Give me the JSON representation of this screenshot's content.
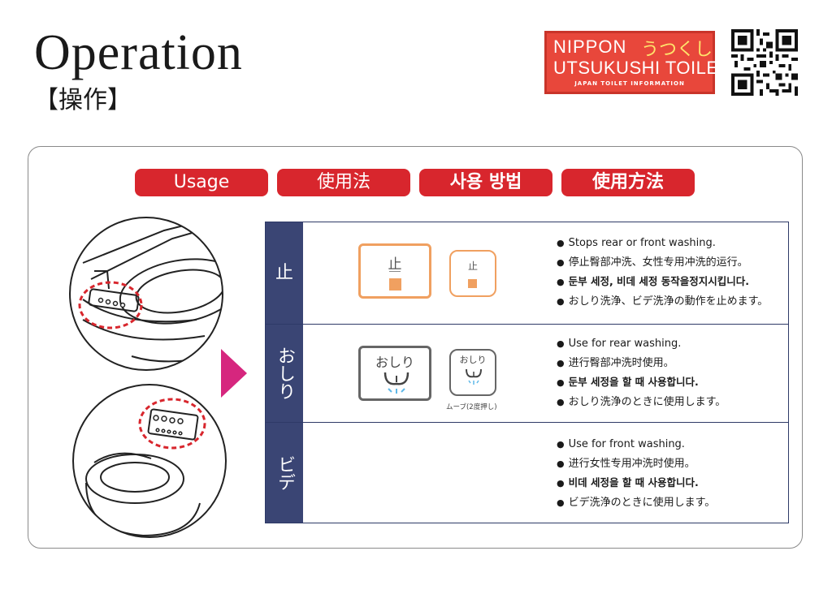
{
  "header": {
    "title": "Operation",
    "subtitle": "【操作】"
  },
  "logo": {
    "line1": "NIPPON",
    "line1_jp": "うつくし",
    "line2": "UTSUKUSHI TOILET",
    "line3": "JAPAN TOILET INFORMATION"
  },
  "tabs": [
    {
      "label": "Usage"
    },
    {
      "label": "使用法"
    },
    {
      "label": "사용 방법"
    },
    {
      "label": "使用方法"
    }
  ],
  "rows": [
    {
      "header": "止",
      "button_label": "止",
      "bullets": [
        "Stops rear or front washing.",
        "停止臀部冲洗、女性专用冲洗的运行。",
        "둔부 세정, 비데 세정 동작을정지시킵니다.",
        "おしり洗浄、ビデ洗浄の動作を止めます。"
      ]
    },
    {
      "header": "おしり",
      "button_label": "おしり",
      "caption": "ムーブ(2度押し)",
      "bullets": [
        "Use for rear washing.",
        "进行臀部冲洗时使用。",
        "둔부 세정을 할 때 사용합니다.",
        "おしり洗浄のときに使用します。"
      ]
    },
    {
      "header": "ビデ",
      "bullets": [
        "Use for front washing.",
        "进行女性专用冲洗时使用。",
        "비데 세정을 할 때 사용합니다.",
        "ビデ洗浄のときに使用します。"
      ]
    }
  ],
  "colors": {
    "accent_red": "#d8262d",
    "logo_red": "#e8473b",
    "navy": "#3a4574",
    "orange": "#f0a060",
    "gray": "#666666",
    "magenta": "#d6267e",
    "water_blue": "#5fb8e8"
  }
}
